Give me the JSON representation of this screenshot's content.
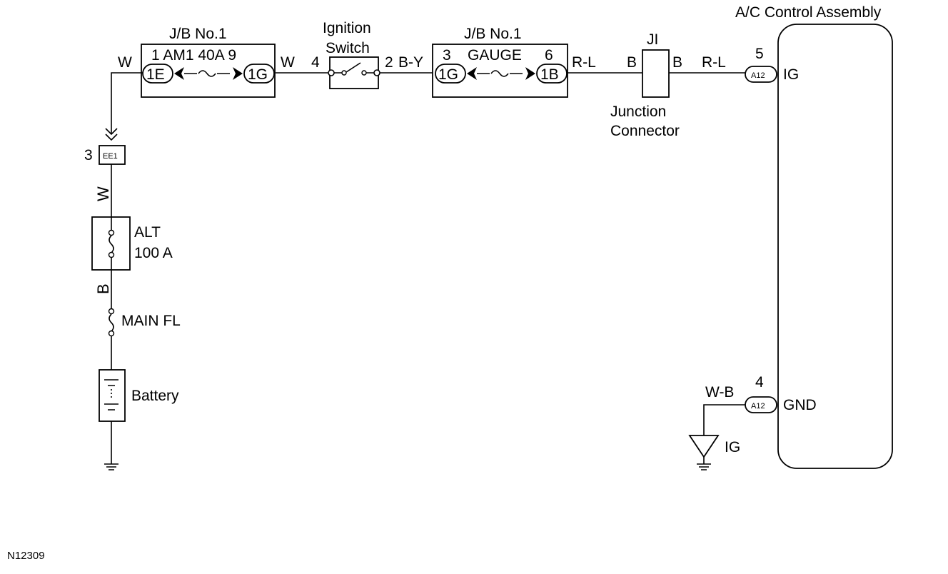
{
  "figure_id": "N12309",
  "components": {
    "jb_left": {
      "title": "J/B No.1",
      "fuse_label": "1 AM1 40A 9",
      "left_pin": "1E",
      "right_pin": "1G"
    },
    "ignition_switch": {
      "title_line1": "Ignition",
      "title_line2": "Switch",
      "pin_in": "4",
      "pin_out": "2"
    },
    "jb_right": {
      "title": "J/B No.1",
      "left_num": "3",
      "fuse_name": "GAUGE",
      "right_num": "6",
      "left_pin": "1G",
      "right_pin": "1B"
    },
    "junction_connector": {
      "id": "JI",
      "label_line1": "Junction",
      "label_line2": "Connector",
      "left_wire": "B",
      "right_wire": "B"
    },
    "ac_control": {
      "title": "A/C Control Assembly",
      "ig_pin_num": "5",
      "ig_connector": "A12",
      "ig_terminal": "IG",
      "gnd_pin_num": "4",
      "gnd_connector": "A12",
      "gnd_terminal": "GND"
    },
    "connector_ee1": {
      "pin": "3",
      "code": "EE1"
    },
    "alt_fuse": {
      "name": "ALT",
      "rating": "100 A"
    },
    "main_fuse": {
      "name": "MAIN FL"
    },
    "battery": {
      "name": "Battery"
    },
    "ground_ig": {
      "label": "IG"
    }
  },
  "wires": {
    "w_left_top": "W",
    "w_mid": "W",
    "b_y": "B-Y",
    "r_l_1": "R-L",
    "r_l_2": "R-L",
    "w_vertical": "W",
    "b_vertical": "B",
    "w_b": "W-B"
  }
}
